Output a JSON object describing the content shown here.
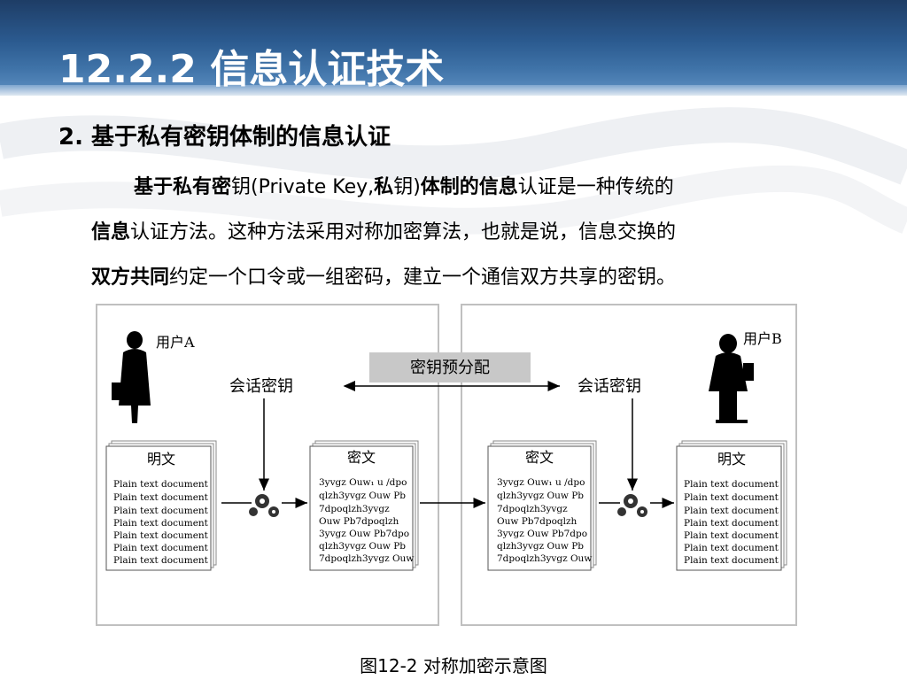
{
  "slide": {
    "title": "12.2.2  信息认证技术",
    "subtitle": "2. 基于私有密钥体制的信息认证",
    "paragraph": {
      "line1_bold1": "基于私有密",
      "line1_text1": "钥(Private Key,",
      "line1_bold2": "私",
      "line1_text2": "钥)",
      "line1_bold3": "体制的信息",
      "line1_text3": "认证是一种传统的",
      "line2_bold": "信息",
      "line2_text": "认证方法。这种方法采用对称加密算法，也就是说，信息交换的",
      "line3_bold": "双方共同",
      "line3_text": "约定一个口令或一组密码，建立一个通信双方共享的密钥。"
    },
    "caption": "图12-2  对称加密示意图"
  },
  "diagram": {
    "user_a": "用户A",
    "user_b": "用户B",
    "key_predistribution": "密钥预分配",
    "session_key_left": "会话密钥",
    "session_key_right": "会话密钥",
    "plaintext_left": {
      "header": "明文",
      "lines": [
        "Plain text document",
        "Plain text document",
        "Plain text document",
        "Plain text document",
        "Plain text document",
        "Plain text document",
        "Plain text document"
      ]
    },
    "ciphertext_left": {
      "header": "密文",
      "lines": [
        "3yvgz  Ouw₁ u /dpo",
        "qlzh3yvgz Ouw Pb",
        "7dpoqlzh3yvgz",
        "Ouw Pb7dpoqlzh",
        "3yvgz Ouw Pb7dpo",
        "qlzh3yvgz Ouw Pb",
        "7dpoqlzh3yvgz Ouw"
      ]
    },
    "ciphertext_right": {
      "header": "密文",
      "lines": [
        "3yvgz  Ouw₁ u /dpo",
        "qlzh3yvgz Ouw Pb",
        "7dpoqlzh3yvgz",
        "Ouw Pb7dpoqlzh",
        "3yvgz Ouw Pb7dpo",
        "qlzh3yvgz Ouw Pb",
        "7dpoqlzh3yvgz Ouw"
      ]
    },
    "plaintext_right": {
      "header": "明文",
      "lines": [
        "Plain text document",
        "Plain text document",
        "Plain text document",
        "Plain text document",
        "Plain text document",
        "Plain text document",
        "Plain text document"
      ]
    }
  },
  "colors": {
    "header_blue": "#2b5a8f",
    "key_box": "#c8c8c8"
  }
}
